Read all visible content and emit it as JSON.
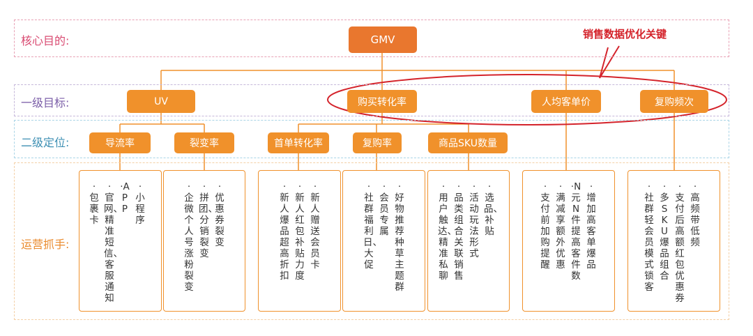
{
  "rows": {
    "core": "核心目的:",
    "level1": "一级目标:",
    "level2": "二级定位:",
    "ops": "运营抓手:"
  },
  "callout": "销售数据优化关键",
  "gmv": "GMV",
  "level1_goals": [
    "UV",
    "购买转化率",
    "人均客单价",
    "复购频次"
  ],
  "level2_positions": [
    "导流率",
    "裂变率",
    "首单转化率",
    "复购率",
    "商品SKU数量"
  ],
  "cards": [
    {
      "items": [
        "小程序",
        "APP",
        "官网、精准短信、客服通知",
        "包裹卡"
      ]
    },
    {
      "items": [
        "优惠券裂变",
        "拼团、分销裂变",
        "企微个人号涨粉裂变"
      ]
    },
    {
      "items": [
        "新人赠送会员卡",
        "新人红包补贴力度",
        "新人爆品超高折扣"
      ]
    },
    {
      "items": [
        "好物推荐种草主题群",
        "会员专属",
        "社群福利日、大促"
      ]
    },
    {
      "items": [
        "选品、补贴",
        "活动玩法形式",
        "品类组合关联销售",
        "用户触达、精准私聊"
      ]
    },
    {
      "items": [
        "增加高客单爆品",
        "N元N件提高客件数",
        "满减享额外优惠",
        "支付前加购提醒"
      ]
    },
    {
      "items": [
        "高频带低频",
        "支付后高额红包优惠券",
        "多SKU爆品组合",
        "社群轻会员模式锁客"
      ]
    }
  ],
  "colors": {
    "core_band": "#e8a0b4",
    "core_label": "#d94b72",
    "level1_band": "#c5b7da",
    "level1_label": "#7b5ea8",
    "level2_band": "#a9d4e6",
    "level2_label": "#3d8fb3",
    "ops_band": "#f4cfa5",
    "ops_label": "#ea8a2c",
    "box": "#f0912b",
    "callout": "#d4232b"
  }
}
